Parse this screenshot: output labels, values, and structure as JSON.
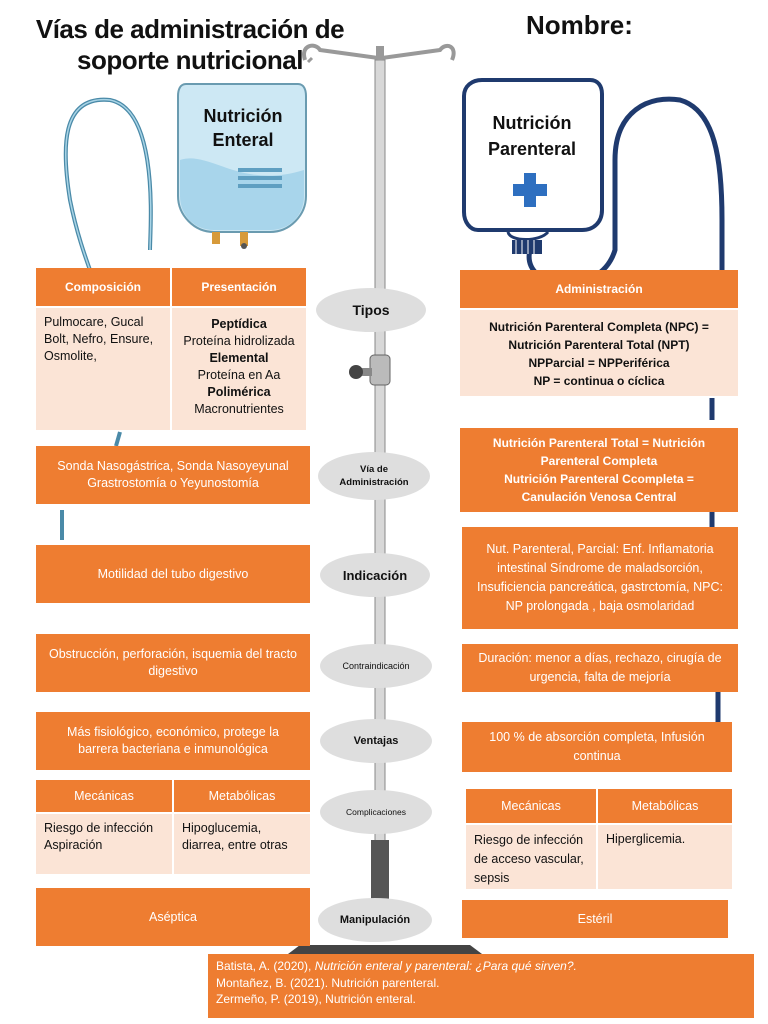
{
  "header": {
    "title_line1": "Vías de administración de",
    "title_line2": "soporte nutricional",
    "name_label": "Nombre:"
  },
  "enteral": {
    "bag_label_1": "Nutrición",
    "bag_label_2": "Enteral",
    "headers": {
      "composition": "Composición",
      "presentation": "Presentación"
    },
    "composition_text": "Pulmocare, Gucal Bolt, Nefro, Ensure, Osmolite,",
    "presentation": [
      {
        "title": "Peptídica",
        "desc": "Proteína hidrolizada"
      },
      {
        "title": "Elemental",
        "desc": "Proteína en Aa"
      },
      {
        "title": "Polimérica",
        "desc": "Macronutrientes"
      }
    ],
    "via_line1": "Sonda Nasogástrica, Sonda Nasoyeyunal",
    "via_line2": "Grastrostomía o Yeyunostomía",
    "indication": "Motilidad del tubo digestivo",
    "contraindication": "Obstrucción, perforación, isquemia del tracto digestivo",
    "advantages": "Más fisiológico, económico, protege la barrera bacteriana e inmunológica",
    "complications": {
      "mechanical_label": "Mecánicas",
      "metabolic_label": "Metabólicas",
      "mechanical_line1": "Riesgo de infección",
      "mechanical_line2": "Aspiración",
      "metabolic_line1": "Hipoglucemia,",
      "metabolic_line2": "diarrea, entre otras"
    },
    "handling": "Aséptica"
  },
  "center": {
    "types": "Tipos",
    "route_line1": "Vía de",
    "route_line2": "Administración",
    "indication": "Indicación",
    "contraindication": "Contraindicación",
    "advantages": "Ventajas",
    "complications": "Complicaciones",
    "handling": "Manipulación"
  },
  "parenteral": {
    "bag_label_1": "Nutrición",
    "bag_label_2": "Parenteral",
    "admin_header": "Administración",
    "types_line1": "Nutrición Parenteral Completa (NPC) =",
    "types_line2": "Nutrición Parenteral Total (NPT)",
    "types_line3": "NPParcial = NPPeriférica",
    "types_line4": "NP = continua o cíclica",
    "route_line1": "Nutrición Parenteral Total = Nutrición",
    "route_line2": "Parenteral Completa",
    "route_line3": "Nutrición Parenteral Ccompleta =",
    "route_line4": "Canulación Venosa Central",
    "indication": "Nut. Parenteral, Parcial: Enf. Inflamatoria intestinal Síndrome de maladsorción, Insuficiencia pancreática, gastrctomía, NPC: NP prolongada , baja osmolaridad",
    "contraindication": "Duración: menor a  días, rechazo, cirugía de urgencia, falta de mejoría",
    "advantages": "100 % de absorción completa, Infusión continua",
    "complications": {
      "mechanical_label": "Mecánicas",
      "metabolic_label": "Metabólicas",
      "mechanical_text": "Riesgo de infección de acceso vascular, sepsis",
      "metabolic_text": "Hiperglicemia."
    },
    "handling": "Estéril"
  },
  "references": {
    "ref1_prefix": "Batista, A. (2020), ",
    "ref1_title": "Nutrición enteral y parenteral: ¿Para qué sirven?.",
    "ref2": "Montañez, B. (2021). Nutrición parenteral.",
    "ref3": "Zermeño, P. (2019), Nutrición enteral."
  },
  "colors": {
    "accent": "#ee7d31",
    "pink": "#fbe4d6",
    "oval": "#dedede",
    "navy": "#1f3a6e"
  }
}
